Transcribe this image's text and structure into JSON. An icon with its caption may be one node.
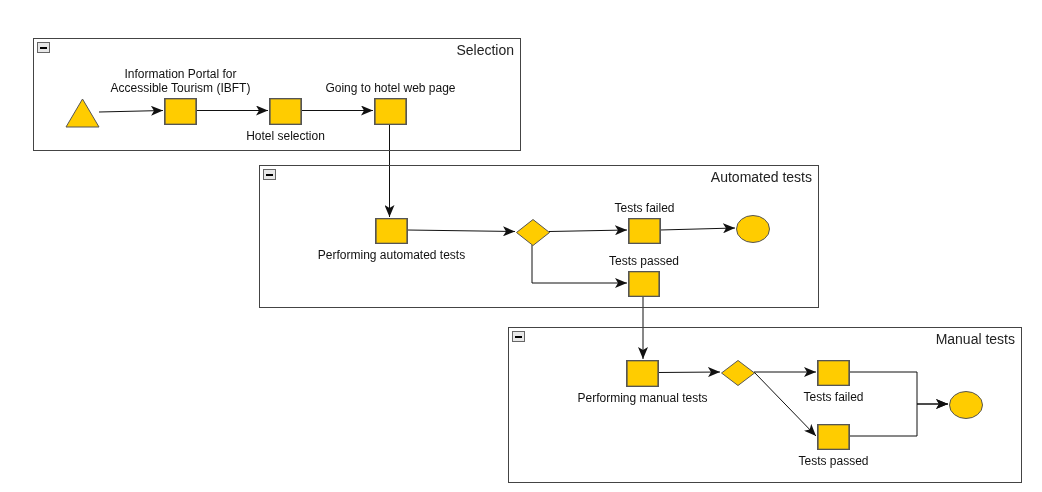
{
  "diagram": {
    "nodes": [
      {
        "text": [
          "Selection"
        ]
      },
      {
        "text": [],
        "shape": "triangle",
        "in": 0
      },
      {
        "text": [
          "Information Portal for Accessible Tourism (IBFT)"
        ],
        "in": 0
      },
      {
        "text": [
          "Hotel selection"
        ],
        "in": 0
      },
      {
        "text": [
          "Going to hotel web page"
        ],
        "in": 0
      },
      {
        "text": [
          "Automated tests"
        ]
      },
      {
        "text": [
          "Performing automated tests"
        ],
        "in": 5
      },
      {
        "text": [],
        "shape": "diamond",
        "in": 5
      },
      {
        "text": [
          "Tests failed"
        ],
        "in": 5
      },
      {
        "text": [],
        "shape": "circle",
        "in": 5
      },
      {
        "text": [
          "Tests passed"
        ],
        "in": 5
      },
      {
        "text": [
          "Manual tests"
        ]
      },
      {
        "text": [
          "Performing manual tests"
        ],
        "in": 11
      },
      {
        "text": [],
        "shape": "diamond",
        "in": 11
      },
      {
        "text": [
          "Tests failed"
        ],
        "in": 11
      },
      {
        "text": [
          "Tests passed"
        ],
        "in": 11
      },
      {
        "text": [],
        "shape": "circle",
        "in": 11
      }
    ],
    "edges": [
      {
        "from": 1,
        "to": 2,
        "arrow": "to"
      },
      {
        "from": 2,
        "to": 3,
        "arrow": "to"
      },
      {
        "from": 3,
        "to": 4,
        "arrow": "to"
      },
      {
        "from": 4,
        "to": 6,
        "arrow": "to"
      },
      {
        "from": 6,
        "to": 7,
        "arrow": "to"
      },
      {
        "from": 7,
        "to": 8,
        "arrow": "to"
      },
      {
        "from": 8,
        "to": 9,
        "arrow": "to"
      },
      {
        "from": 7,
        "to": 10,
        "arrow": "to"
      },
      {
        "from": 10,
        "to": 12,
        "arrow": "to"
      },
      {
        "from": 12,
        "to": 13,
        "arrow": "to"
      },
      {
        "from": 13,
        "to": 14,
        "arrow": "to"
      },
      {
        "from": 13,
        "to": 15,
        "arrow": "to"
      },
      {
        "from": 14,
        "to": 16,
        "arrow": "to"
      },
      {
        "from": 15,
        "to": 16,
        "arrow": "to"
      }
    ]
  }
}
